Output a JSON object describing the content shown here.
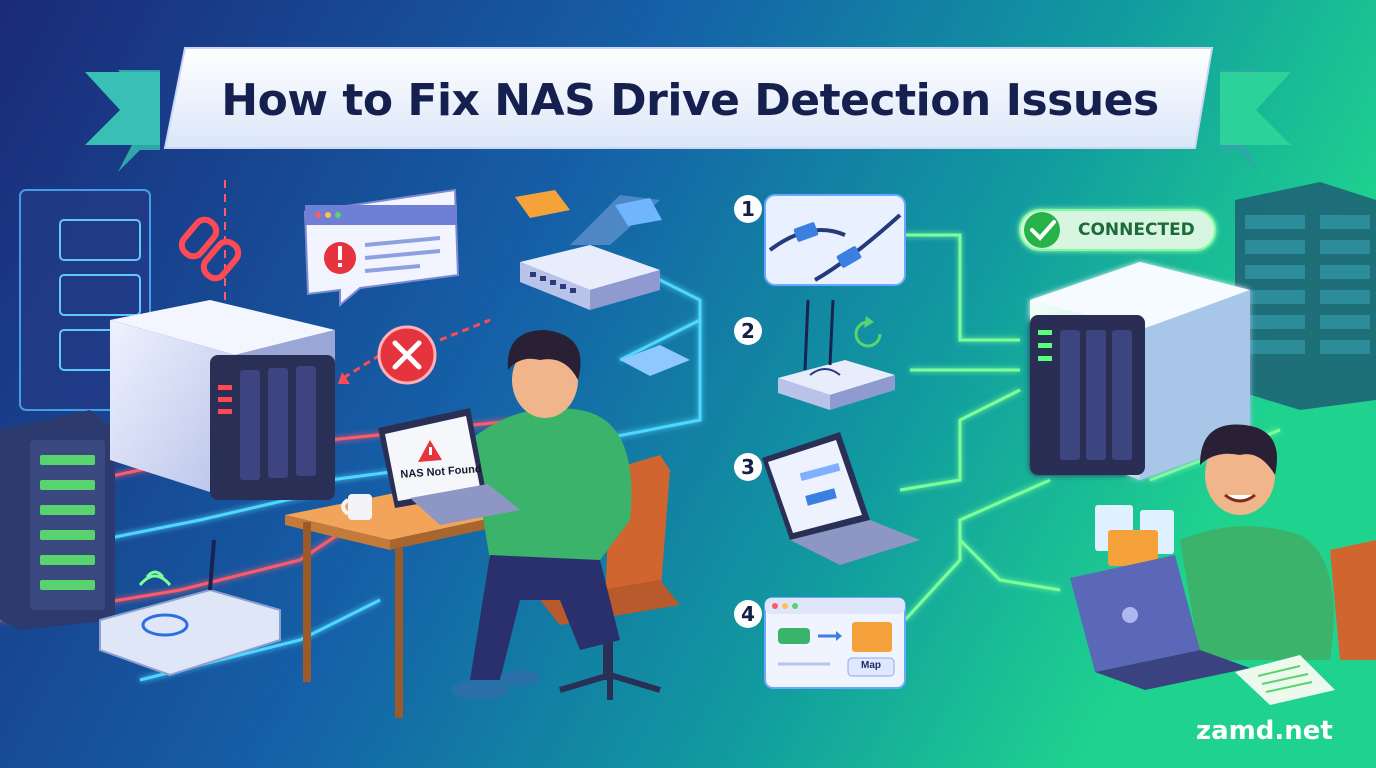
{
  "banner": {
    "title": "How to Fix NAS Drive Detection Issues"
  },
  "status": {
    "connected_label": "CONNECTED"
  },
  "laptop_screen": {
    "error_text": "NAS Not Found"
  },
  "steps": [
    {
      "number": "1",
      "icon": "ethernet-cable-icon"
    },
    {
      "number": "2",
      "icon": "router-restart-icon"
    },
    {
      "number": "3",
      "icon": "laptop-settings-icon"
    },
    {
      "number": "4",
      "icon": "map-drive-icon",
      "button_label": "Map"
    }
  ],
  "watermark": "zamd.net",
  "colors": {
    "bg_left": "#1b2a78",
    "bg_mid": "#1560a8",
    "bg_right": "#17c28a",
    "banner": "#eef3fc",
    "banner_text": "#15204f",
    "error_red": "#e5343d",
    "success_green": "#27b24a",
    "glow_cyan": "#4fd8ff",
    "glow_green": "#7cff9a"
  },
  "icons": [
    "broken-link-icon",
    "error-x-icon",
    "warning-icon",
    "checkmark-icon",
    "refresh-icon",
    "wifi-icon",
    "folder-icon",
    "coffee-mug-icon"
  ]
}
